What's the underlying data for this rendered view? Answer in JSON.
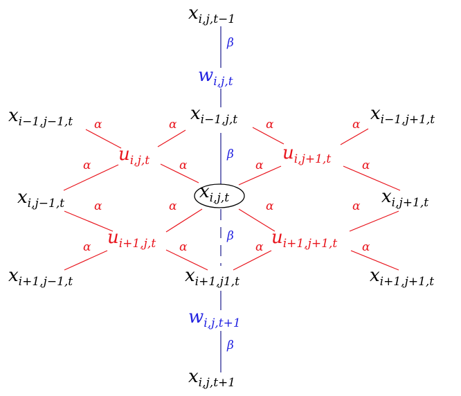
{
  "nodes": {
    "x_t_minus_1": {
      "base": "x",
      "sub": "i,j,t−1"
    },
    "w_ijt": {
      "base": "w",
      "sub": "i,j,t"
    },
    "x_im1_jm1": {
      "base": "x",
      "sub": "i−1,j−1,t"
    },
    "x_im1_j": {
      "base": "x",
      "sub": "i−1,j,t"
    },
    "x_im1_jp1": {
      "base": "x",
      "sub": "i−1,j+1,t"
    },
    "u_ij": {
      "base": "u",
      "sub": "i,j,t"
    },
    "u_ijp1": {
      "base": "u",
      "sub": "i,j+1,t"
    },
    "x_i_jm1": {
      "base": "x",
      "sub": "i,j−1,t"
    },
    "x_ij": {
      "base": "x",
      "sub": "i,j,t"
    },
    "x_i_jp1": {
      "base": "x",
      "sub": "i,j+1,t"
    },
    "u_ip1j": {
      "base": "u",
      "sub": "i+1,j,t"
    },
    "u_ip1jp1": {
      "base": "u",
      "sub": "i+1,j+1,t"
    },
    "x_ip1_jm1": {
      "base": "x",
      "sub": "i+1,j−1,t"
    },
    "x_ip1_j": {
      "base": "x",
      "sub": "i+1,j1,t"
    },
    "x_ip1_jp1": {
      "base": "x",
      "sub": "i+1,j+1,t"
    },
    "w_ijtp1": {
      "base": "w",
      "sub": "i,j,t+1"
    },
    "x_t_plus_1": {
      "base": "x",
      "sub": "i,j,t+1"
    }
  },
  "edge_labels": {
    "alpha": "α",
    "beta": "β"
  },
  "colors": {
    "text": "#000000",
    "alpha_factor": "#e8141c",
    "beta_factor": "#2222e0"
  }
}
